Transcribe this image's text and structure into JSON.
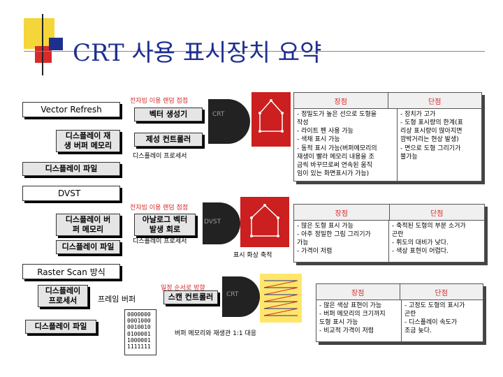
{
  "title": "CRT 사용 표시장치 요약",
  "vector": {
    "header": "Vector Refresh",
    "red_note": "전자빔 이용 랜덤 점점",
    "generator": "벡터 생성기",
    "controller": "제성 컨트롤러",
    "processor": "디스플레이 프로세서",
    "buffer": "디스플레이 재생 버퍼 메모리",
    "file": "디스플레이 파일",
    "crt_label": "CRT",
    "table": {
      "pro_header": "장점",
      "con_header": "단점",
      "pros": [
        "- 정밀도가 높은 선으로 도형을",
        "  작성",
        "- 라이트 펜 사용 가능",
        "- 색채 표시 가능",
        "- 동적 표시 가능(버퍼메모리의",
        "  재생이 빨라 메모리 내용을 조",
        "  금씩 바꾸므로써 연속된 움직",
        "  임이 있는 화면표시가 가능)"
      ],
      "cons": [
        "",
        "- 장치가 고가",
        "- 도형 표시량의 한계(표",
        "  리상 표시량이 많아지면",
        "  깜박거리는 현상 발생)",
        "- 면으로 도형 그리기가",
        "  불가능"
      ]
    }
  },
  "dvst": {
    "header": "DVST",
    "red_note": "전자빔 이용 랜덤 점점",
    "generator": "아날로그 벡터 발생 회로",
    "buffer": "디스플레이 버퍼 메모리",
    "file": "디스플레이 파일",
    "processor": "디스플레이 프로세서",
    "crt_label": "DVST",
    "screen_note": "표시 화상 축적",
    "table": {
      "pro_header": "장점",
      "con_header": "단점",
      "pros": [
        "- 많은 도형 표시 가능",
        "- 아주 정밀한 그림 그리기가",
        "  가능",
        "- 가격이 저렴"
      ],
      "cons": [
        "- 축적된 도형의 부분 소거가",
        "  곤란",
        "- 휘도의 대비가 낮다.",
        "- 색상 표현이 어렵다."
      ]
    }
  },
  "raster": {
    "header": "Raster Scan 방식",
    "red_note": "일정 순서로 방향",
    "processor": "디스플레이 프로세서",
    "frame_buffer": "프레임 버퍼",
    "controller": "스캔 컨트롤러",
    "file": "디스플레이 파일",
    "crt_label": "CRT",
    "bits": [
      "0000000",
      "0001000",
      "0010010",
      "0100001",
      "1000001",
      "1111111"
    ],
    "note": "버퍼 메모리와 재생관 1:1 대응",
    "table": {
      "pro_header": "장점",
      "con_header": "단점",
      "pros": [
        "- 많은 색상 표현이 가능",
        "- 버퍼 메모리의 크기까지",
        "  도형 표시 가능",
        "- 비교적 가격이 저렴"
      ],
      "cons": [
        "- 고정도 도형의 표시가",
        "  곤란",
        "- 디스플레이 속도가",
        "  조금 늦다."
      ]
    }
  }
}
